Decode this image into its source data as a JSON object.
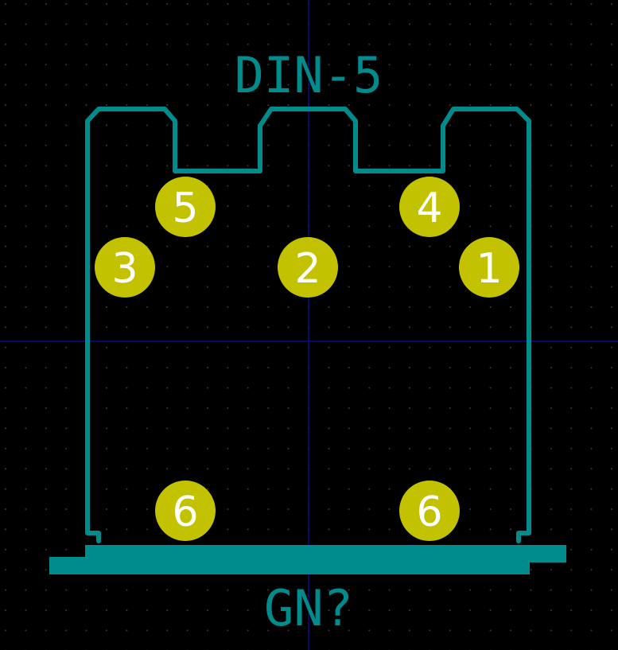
{
  "footprint": {
    "value_text": "DIN-5",
    "reference_text": "GN?"
  },
  "colors": {
    "background": "#000000",
    "grid_dot": "#3a3a3a",
    "axis": "#0a0a8a",
    "silkscreen": "#008c8c",
    "pad": "#c2c200",
    "pad_label": "#ffffff"
  },
  "pads": [
    {
      "number": "5"
    },
    {
      "number": "4"
    },
    {
      "number": "3"
    },
    {
      "number": "2"
    },
    {
      "number": "1"
    },
    {
      "number": "6"
    },
    {
      "number": "6"
    }
  ]
}
